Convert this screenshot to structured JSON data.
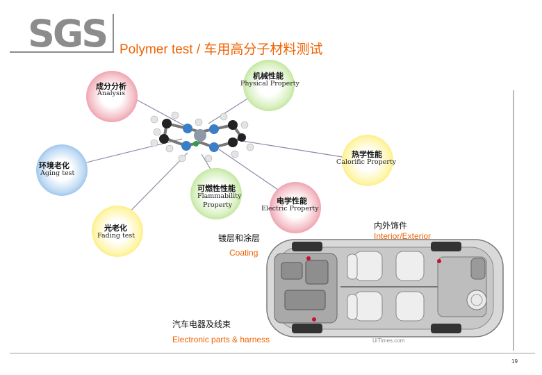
{
  "header": {
    "logo": "SGS",
    "title": "Polymer test / 车用高分子材料测试"
  },
  "bubbles": {
    "analysis": {
      "cn": "成分分析",
      "en": "Analysis"
    },
    "physical": {
      "cn": "机械性能",
      "en": "Physical Property"
    },
    "calorific": {
      "cn": "热学性能",
      "en": "Calorific Property"
    },
    "aging": {
      "cn": "环境老化",
      "en": "Aging test"
    },
    "flammability": {
      "cn": "可燃性性能",
      "en1": "Flammability",
      "en2": "Property"
    },
    "electric": {
      "cn": "电学性能",
      "en": "Electric Property"
    },
    "fading": {
      "cn": "光老化",
      "en": "Fading test"
    }
  },
  "car_labels": {
    "coating_cn": "镀层和涂层",
    "coating_en": "Coating",
    "interior_cn": "内外饰件",
    "interior_en": "Interior/Exterior",
    "electronic_cn": "汽车电器及线束",
    "electronic_en": "Electronic parts & harness",
    "watermark": "UiTimes.com"
  },
  "footer": {
    "page_number": "19"
  },
  "colors": {
    "accent": "#f06200",
    "logo": "#8c8c8c"
  }
}
